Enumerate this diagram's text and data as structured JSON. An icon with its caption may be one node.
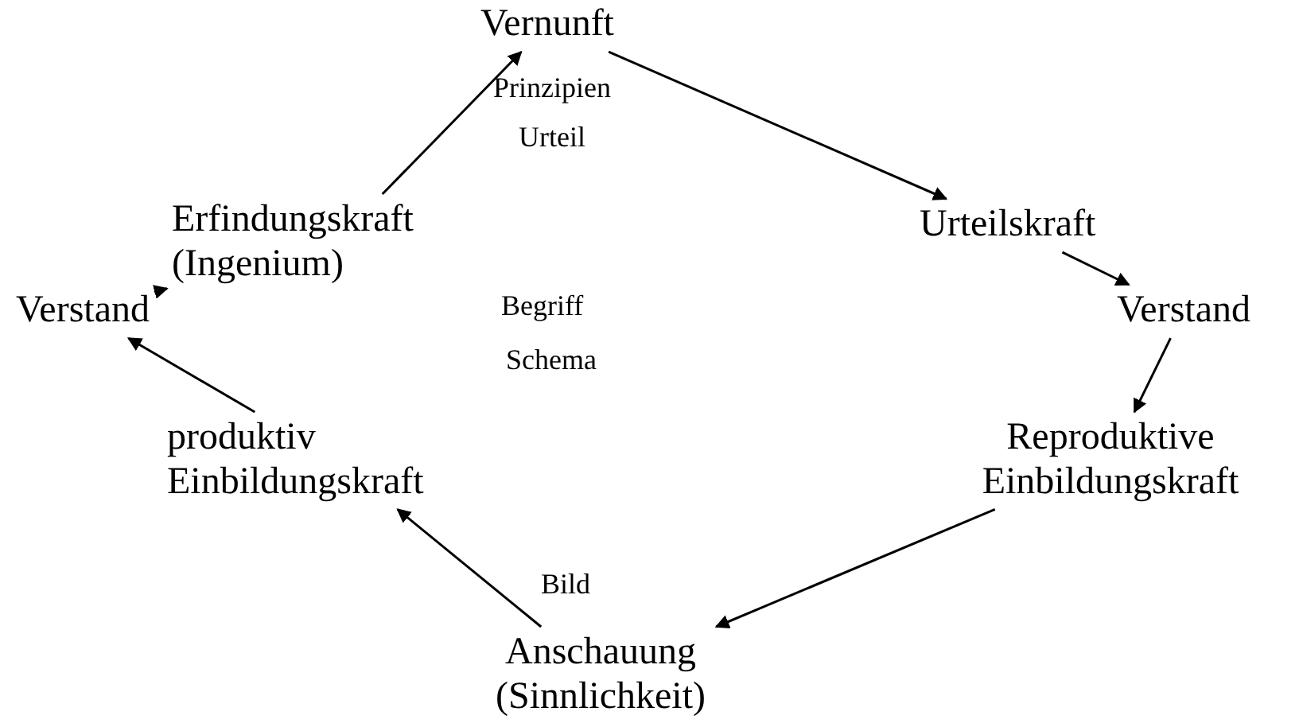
{
  "diagram": {
    "nodes": [
      {
        "text": [
          "Vernunft"
        ]
      },
      {
        "text": [
          "Urteilskraft"
        ]
      },
      {
        "text": [
          "Verstand"
        ]
      },
      {
        "text": [
          "Reproduktive Einbildungskraft"
        ]
      },
      {
        "text": [
          "Anschauung (Sinnlichkeit)"
        ]
      },
      {
        "text": [
          "produktiv Einbildungskraft"
        ]
      },
      {
        "text": [
          "Verstand"
        ]
      },
      {
        "text": [
          "Erfindungskraft (Ingenium)"
        ]
      }
    ],
    "edges": [
      {
        "from": 0,
        "to": 1,
        "arrow": "to"
      },
      {
        "from": 1,
        "to": 2,
        "arrow": "to"
      },
      {
        "from": 2,
        "to": 3,
        "arrow": "to"
      },
      {
        "from": 3,
        "to": 4,
        "arrow": "to"
      },
      {
        "from": 4,
        "to": 5,
        "arrow": "to"
      },
      {
        "from": 5,
        "to": 6,
        "arrow": "to"
      },
      {
        "from": 6,
        "to": 7,
        "arrow": "to"
      },
      {
        "from": 7,
        "to": 0,
        "arrow": "to"
      }
    ],
    "labels": [
      "Prinzipien",
      "Urteil",
      "Begriff",
      "Schema",
      "Bild"
    ]
  }
}
